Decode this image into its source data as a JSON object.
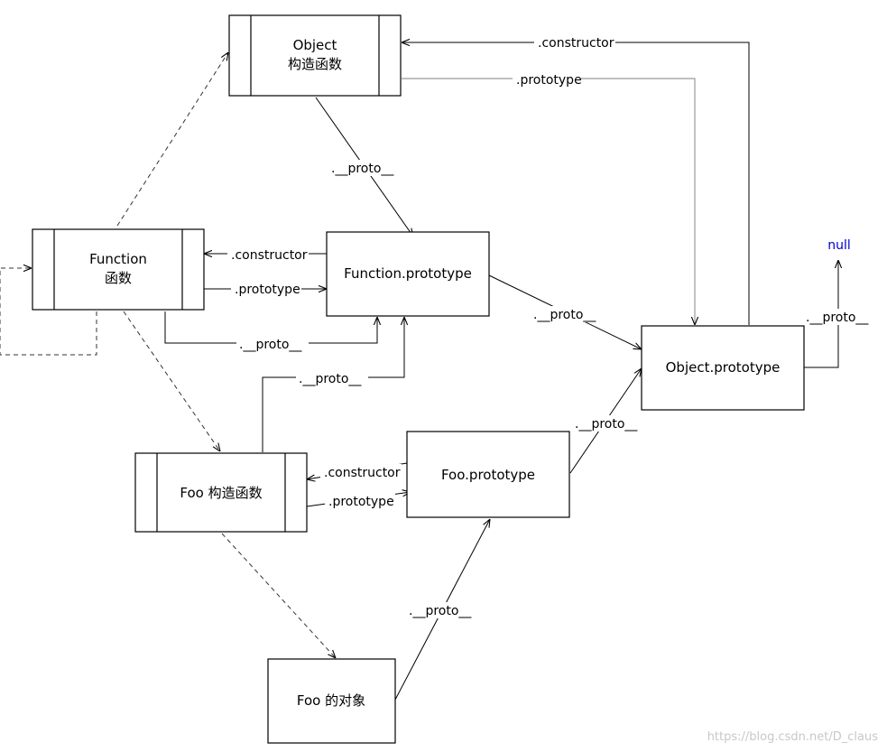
{
  "nodes": {
    "object_ctor": {
      "line1": "Object",
      "line2": "构造函数"
    },
    "function_ctor": {
      "line1": "Function",
      "line2": "函数"
    },
    "function_prototype": {
      "label": "Function.prototype"
    },
    "object_prototype": {
      "label": "Object.prototype"
    },
    "foo_ctor": {
      "label": "Foo 构造函数"
    },
    "foo_prototype": {
      "label": "Foo.prototype"
    },
    "foo_instance": {
      "label": "Foo 的对象"
    },
    "null": {
      "label": "null"
    }
  },
  "edges": {
    "constructor": ".constructor",
    "prototype": ".prototype",
    "proto": ".__proto__"
  },
  "watermark": "https://blog.csdn.net/D_claus",
  "colors": {
    "null_text": "#0000cc",
    "line": "#000000",
    "watermark": "#c8c8c8"
  }
}
